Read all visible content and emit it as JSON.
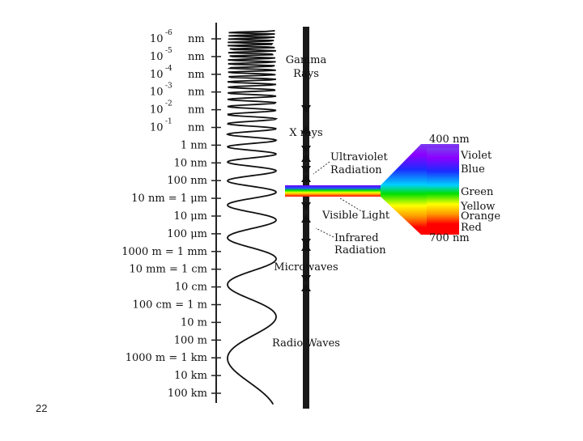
{
  "slide_number": "22",
  "wavelength_scale": [
    {
      "base": "10",
      "exp": "-6",
      "unit": "nm"
    },
    {
      "base": "10",
      "exp": "-5",
      "unit": "nm"
    },
    {
      "base": "10",
      "exp": "-4",
      "unit": "nm"
    },
    {
      "base": "10",
      "exp": "-3",
      "unit": "nm"
    },
    {
      "base": "10",
      "exp": "-2",
      "unit": "nm"
    },
    {
      "base": "10",
      "exp": "-1",
      "unit": "nm"
    },
    {
      "text": "1 nm"
    },
    {
      "text": "10 nm"
    },
    {
      "text": "100 nm"
    },
    {
      "text": "10   nm = 1 μm"
    },
    {
      "text": "10 μm"
    },
    {
      "text": "100 μm"
    },
    {
      "text": "1000   m = 1 mm"
    },
    {
      "text": "10 mm = 1 cm"
    },
    {
      "text": "10 cm"
    },
    {
      "text": "100 cm = 1 m"
    },
    {
      "text": "10 m"
    },
    {
      "text": "100 m"
    },
    {
      "text": "1000 m = 1 km"
    },
    {
      "text": "10 km"
    },
    {
      "text": "100 km"
    }
  ],
  "regions": {
    "gamma": [
      "Gamma",
      "Rays"
    ],
    "xrays": "X rays",
    "uv": [
      "Ultraviolet",
      "Radiation"
    ],
    "visible": "Visible Light",
    "ir": [
      "Infrared",
      "Radiation"
    ],
    "microwaves": "Microwaves",
    "radio": "Radio Waves"
  },
  "spectrum": {
    "top_label": "400 nm",
    "bottom_label": "700 nm",
    "colors": [
      "Violet",
      "Blue",
      "Green",
      "Yellow",
      "Orange",
      "Red"
    ]
  }
}
